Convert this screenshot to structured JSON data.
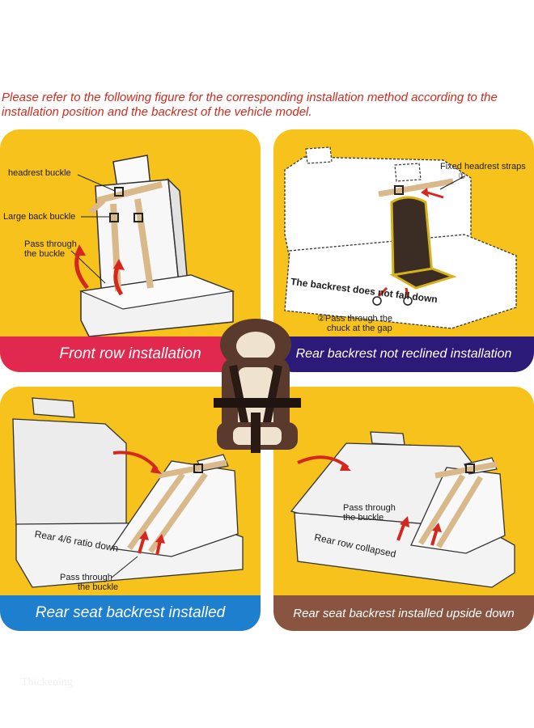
{
  "intro_text": "Please refer to the following figure for the corresponding installation method according to the installation position and the backrest of the vehicle model.",
  "panels": {
    "front_row": {
      "title": "Front row installation",
      "banner_color": "#e1284f",
      "labels": {
        "headrest_buckle": "headrest buckle",
        "large_back_buckle": "Large back buckle",
        "pass_through_1": "Pass through",
        "pass_through_2": "the buckle"
      }
    },
    "rear_not_reclined": {
      "title": "Rear backrest not reclined installation",
      "banner_color": "#2b1a78",
      "labels": {
        "fixed_headrest": "Fixed headrest straps",
        "circle_1": "①",
        "backrest_note": "The backrest does not fall down",
        "pass_chuck_1": "②Pass through the",
        "pass_chuck_2": "chuck at the gap"
      }
    },
    "rear_backrest": {
      "title": "Rear seat backrest installed",
      "banner_color": "#1f7fcf",
      "labels": {
        "ratio": "Rear 4/6 ratio down",
        "pass_through_1": "Pass through",
        "pass_through_2": "the buckle"
      }
    },
    "rear_upside_down": {
      "title": "Rear seat backrest installed upside down",
      "banner_color": "#8a5540",
      "labels": {
        "pass_through_1": "Pass through",
        "pass_through_2": "the buckle",
        "collapsed": "Rear row collapsed"
      }
    }
  },
  "colors": {
    "panel_bg": "#f7c21b",
    "strap": "#d9b98a",
    "arrow": "#d4281f",
    "intro_text": "#d42a1c"
  },
  "watermark": "Thickening"
}
